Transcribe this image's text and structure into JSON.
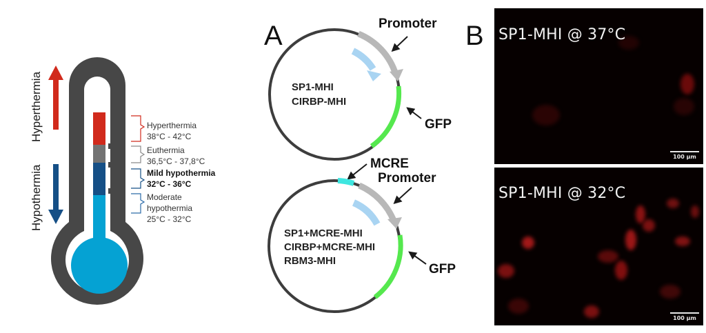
{
  "thermometer": {
    "arrow_up_label": "Hyperthermia",
    "arrow_down_label": "Hypothermia",
    "ranges": [
      {
        "name": "Hyperthermia",
        "range": "38°C - 42°C",
        "color": "#d12a1c",
        "bold": false
      },
      {
        "name": "Euthermia",
        "range": "36,5°C - 37,8°C",
        "color": "#737373",
        "bold": false
      },
      {
        "name": "Mild hypothermia",
        "range": "32°C - 36°C",
        "color": "#154f86",
        "bold": true
      },
      {
        "name_line1": "Moderate",
        "name_line2": "hypothermia",
        "range": "25°C - 32°C",
        "color": "#05a2d3",
        "bold": false
      }
    ],
    "colors": {
      "body": "#474747",
      "up_arrow": "#d12a1c",
      "down_arrow": "#154f86"
    }
  },
  "panel_a": {
    "label": "A",
    "plasmid_top": {
      "constructs": [
        "SP1-MHI",
        "CIRBP-MHI"
      ],
      "promoter_label": "Promoter",
      "gfp_label": "GFP",
      "mcre_label": "MCRE"
    },
    "plasmid_bottom": {
      "constructs": [
        "SP1+MCRE-MHI",
        "CIRBP+MCRE-MHI",
        "RBM3-MHI"
      ],
      "promoter_label": "Promoter",
      "gfp_label": "GFP"
    },
    "colors": {
      "backbone": "#3d3d3d",
      "promoter": "#b8b8b8",
      "gfp": "#55e84e",
      "mcre": "#3ee6e0",
      "transcription": "#a9d4f2"
    }
  },
  "panel_b": {
    "label": "B",
    "images": [
      {
        "title": "SP1-MHI @ 37°C",
        "scale": "100 µm"
      },
      {
        "title": "SP1-MHI @ 32°C",
        "scale": "100 µm"
      }
    ]
  }
}
